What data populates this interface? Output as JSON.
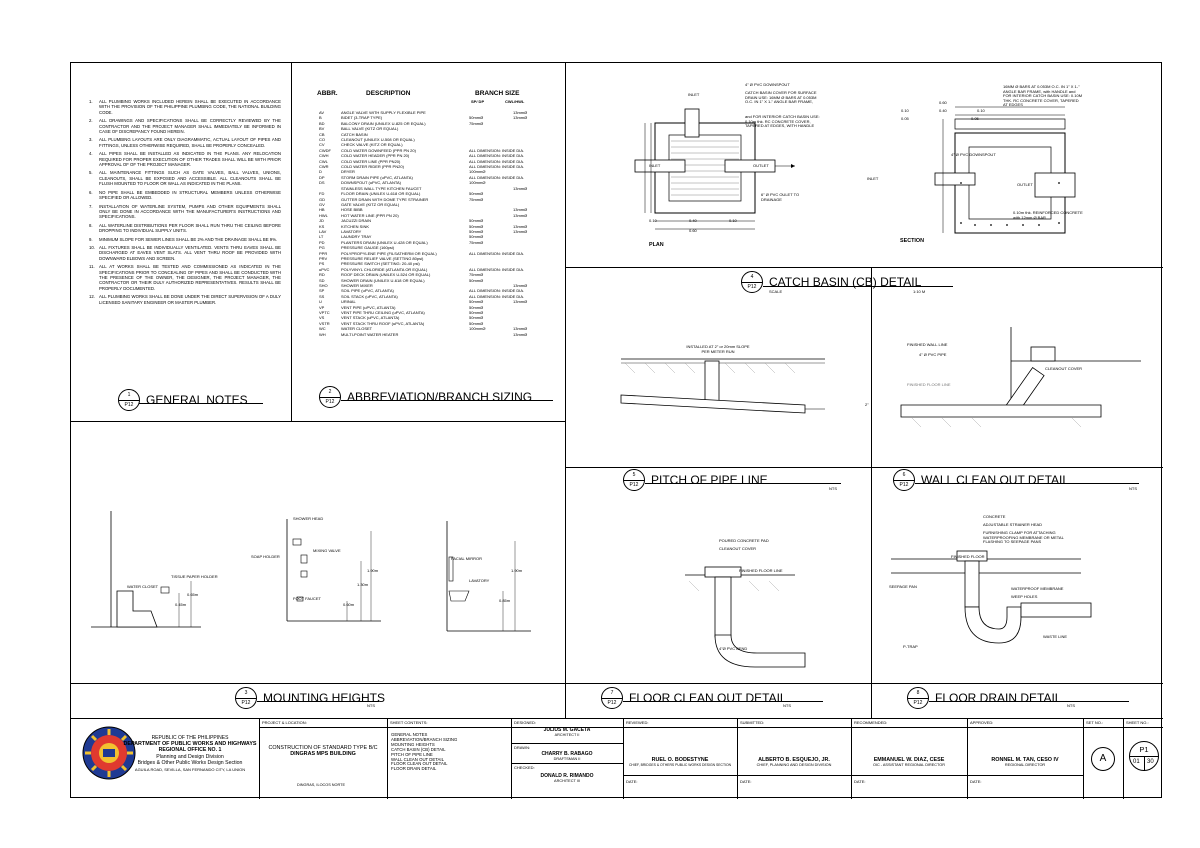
{
  "notes": {
    "items": [
      {
        "num": "1.",
        "text": "ALL PLUMBING WORKS INCLUDED HEREIN SHALL BE EXECUTED IN ACCORDANCE WITH THE PROVISION OF THE PHILIPPINE PLUMBING CODE, THE NATIONAL BUILDING CODE."
      },
      {
        "num": "2.",
        "text": "ALL DRAWINGS AND SPECIFICATIONS SHALL BE CORRECTLY REVIEWED BY THE CONTRACTOR AND THE PROJECT MANAGER SHALL IMMEDIATELY BE INFORMED IN CASE OF DISCREPANCY FOUND HEREIN."
      },
      {
        "num": "3.",
        "text": "ALL PLUMBING LAYOUTS ARE ONLY DIAGRAMMATIC, ACTUAL LAYOUT OF PIPES AND FITTINGS, UNLESS OTHERWISE REQUIRED, SHALL BE PROPERLY CONCEALED."
      },
      {
        "num": "4.",
        "text": "ALL PIPES SHALL BE INSTALLED AS INDICATED IN THE PLANS. ANY RELOCATION REQUIRED FOR PROPER EXECUTION OF OTHER TRADES SHALL WILL BE WITH PRIOR APPROVAL OF OF THE PROJECT MANAGER."
      },
      {
        "num": "5.",
        "text": "ALL MAINTENANCE FITTINGS SUCH AS GATE VALVES, BALL VALVES, UNIONS, CLEANOUTS, SHALL BE EXPOSED AND ACCESSIBLE. ALL CLEANOUTS SHALL BE FLUSH MOUNTED TO FLOOR OR WALL AS INDICATED IN THE PLANS."
      },
      {
        "num": "6.",
        "text": "NO PIPE SHALL BE EMBEDDED IN STRUCTURAL MEMBERS UNLESS OTHERWISE SPECIFIED OR ALLOWED."
      },
      {
        "num": "7.",
        "text": "INSTALLATION OF WATERLINE SYSTEM, PUMPS AND OTHER EQUIPMENTS SHALL ONLY BE DONE IN ACCORDANCE WITH THE MANUFACTURER'S INSTRUCTIONS AND SPECIFICATIONS."
      },
      {
        "num": "8.",
        "text": "ALL WATERLINE DISTRIBUTIONS PER FLOOR SHALL RUN THRU THE CEILING BEFORE DROPPING TO INDIVIDUAL SUPPLY UNITS."
      },
      {
        "num": "9.",
        "text": "MINIMUM SLOPE FOR SEWER LINES SHALL BE 2% AND THE DRAINAGE SHALL BE 9%."
      },
      {
        "num": "10.",
        "text": "ALL FIXTURES SHALL BE INDIVIDUALLY VENTILATED. VENTS THRU EAVES SHALL BE DISCHARGED AT EAVES VENT SLATS. ALL VENT THRU ROOF BE PROVIDED WITH DOWNWARD ELBOWS AND SCREEN."
      },
      {
        "num": "11.",
        "text": "ALL AT WORKS SHALL BE TESTED AND COMMISSIONED AS INDICATED IN THE SPECIFICATIONS PRIOR TO CONCEALING OF PIPES AND SHALL BE CONDUCTED WITH THE PRESENCE OF THE OWNER, THE DESIGNER, THE PROJECT MANAGER, THE CONTRACTOR OR THEIR DULY AUTHORIZED REPRESENTATIVES. RESULTS SHALL BE PROPERLY DOCUMENTED."
      },
      {
        "num": "12.",
        "text": "ALL PLUMBING WORKS SHALL BE DONE UNDER THE DIRECT SUPERVISION OF A DULY LICENSED SANITARY ENGINEER OR MASTER PLUMBER."
      }
    ]
  },
  "abbr": {
    "col_abbr": "ABBR.",
    "col_desc": "DESCRIPTION",
    "col_size": "BRANCH SIZE",
    "col_sp": "SP/ DP",
    "col_cwl": "CWL/HWL",
    "rows": [
      [
        "AV",
        "ANGLE VALVE WITH SUPPLY FLEXIBLE PIPE",
        "",
        "13mmØ"
      ],
      [
        "B",
        "BIDET (3-TRAP TYPE)",
        "50mmØ",
        "13mmØ"
      ],
      [
        "BD",
        "BALCONY DRAIN (UNILEX U-825 OR EQUAL)",
        "75mmØ",
        ""
      ],
      [
        "BV",
        "BALL VALVE (KITZ OR EQUAL)",
        "",
        ""
      ],
      [
        "CB",
        "CATCH BASIN",
        "",
        ""
      ],
      [
        "CO",
        "CLEANOUT (UNILEX U-508 OR EQUAL)",
        "",
        ""
      ],
      [
        "CV",
        "CHECK VALVE (KITZ OR EQUAL)",
        "",
        ""
      ],
      [
        "CWDF",
        "COLD WATER DOWNFEED (PPR PN 20)",
        "ALL DIMENSION: INSIDE DIA.",
        ""
      ],
      [
        "CWH",
        "COLD WATER HEADER (PPR PN 20)",
        "ALL DIMENSION: INSIDE DIA.",
        ""
      ],
      [
        "CWL",
        "COLD WATER LINE (PPR PN20)",
        "ALL DIMENSION: INSIDE DIA.",
        ""
      ],
      [
        "CWR",
        "COLD WATER RIDER (PPR PN20)",
        "ALL DIMENSION: INSIDE DIA.",
        ""
      ],
      [
        "D",
        "DRYER",
        "100mmØ",
        ""
      ],
      [
        "DP",
        "STORM DRAIN PIPE (uPVC, ATLANTA)",
        "ALL DIMENSION: INSIDE DIA.",
        ""
      ],
      [
        "DS",
        "DOWNSPOUT (uPVC, ATLANTA)",
        "100mmØ",
        ""
      ],
      [
        "",
        "STAINLESS WALL TYPE KITCHEN FAUCET",
        "",
        "13mmØ"
      ],
      [
        "FD",
        "FLOOR DRAIN (UNILEX U-618 OR EQUAL)",
        "50mmØ",
        ""
      ],
      [
        "GD",
        "GUTTER DRAIN WITH DOME TYPE STRAINER",
        "75mmØ",
        ""
      ],
      [
        "GV",
        "GATE VALVE (KITZ OR EQUAL)",
        "",
        ""
      ],
      [
        "HB",
        "HOSE BIBB",
        "",
        "13mmØ"
      ],
      [
        "HWL",
        "HOT WATER LINE (PPR PN 20)",
        "",
        "13mmØ"
      ],
      [
        "JD",
        "JACUZZI DRAIN",
        "50mmØ",
        ""
      ],
      [
        "KS",
        "KITCHEN SINK",
        "50mmØ",
        "13mmØ"
      ],
      [
        "LAV",
        "LAVATORY",
        "50mmØ",
        "13mmØ"
      ],
      [
        "LT",
        "LAUNDRY TRAY",
        "50mmØ",
        ""
      ],
      [
        "PD",
        "PLANTERS DRAIN (UNILEX U-428 OR EQUAL)",
        "75mmØ",
        ""
      ],
      [
        "PG",
        "PRESSURE GAUGE (160psi)",
        "",
        ""
      ],
      [
        "PPR",
        "POLYPROPYLENE PIPE (FILSATHERM OR EQUAL)",
        "ALL DIMENSION: INSIDE DIA.",
        ""
      ],
      [
        "PRV",
        "PRESSURE RELIEF VALVE (SETTING 80psi)",
        "",
        ""
      ],
      [
        "PS",
        "PRESSURE SWITCH (SETTING: 20-40 psi)",
        "",
        ""
      ],
      [
        "uPVC",
        "POLYVINYL CHLORIDE (ATLANTA OR EQUAL)",
        "ALL DIMENSION: INSIDE DIA.",
        ""
      ],
      [
        "RD",
        "ROOF DECK DRAIN (UNILEX U-524 OR EQUAL)",
        "75mmØ",
        ""
      ],
      [
        "SD",
        "SHOWER DRAIN (UNILEX U-618 OR EQUAL)",
        "50mmØ",
        ""
      ],
      [
        "SHO",
        "SHOWER MIXER",
        "",
        "13mmØ"
      ],
      [
        "SP",
        "SOIL PIPE (uPVC, ATLANTA)",
        "ALL DIMENSION: INSIDE DIA.",
        ""
      ],
      [
        "SS",
        "SOIL STACK (uPVC, ATLANTA)",
        "ALL DIMENSION: INSIDE DIA.",
        ""
      ],
      [
        "U",
        "URINAL",
        "50mmØ",
        "13mmØ"
      ],
      [
        "VP",
        "VENT PIPE (uPVC, ATLANTA)",
        "50mmØ",
        ""
      ],
      [
        "VPTC",
        "VENT PIPE THRU CEILING (uPVC, ATLANTA)",
        "50mmØ",
        ""
      ],
      [
        "VS",
        "VENT STACK (uPVC, ATLANTA)",
        "50mmØ",
        ""
      ],
      [
        "VSTR",
        "VENT STACK THRU ROOF (uPVC, ATLANTA)",
        "50mmØ",
        ""
      ],
      [
        "WC",
        "WATER CLOSET",
        "100mmØ",
        "13mmØ"
      ],
      [
        "WH",
        "MULTI-POINT WATER HEATER",
        "",
        "13mmØ"
      ]
    ]
  },
  "titles": {
    "general_notes": {
      "num": "1",
      "page": "P12",
      "title": "GENERAL NOTES"
    },
    "abbreviation": {
      "num": "2",
      "page": "P12",
      "title": "ABBREVIATION/BRANCH SIZING"
    },
    "mounting": {
      "num": "3",
      "page": "P12",
      "title": "MOUNTING HEIGHTS",
      "scale": "NTS"
    },
    "catch_basin": {
      "num": "4",
      "page": "P12",
      "title": "CATCH BASIN (CB) DETAIL",
      "scale_label": "SCALE",
      "scale": "1:10 M"
    },
    "pitch": {
      "num": "5",
      "page": "P12",
      "title": "PITCH OF PIPE LINE",
      "scale": "NTS"
    },
    "wall_clean": {
      "num": "6",
      "page": "P12",
      "title": "WALL CLEAN OUT DETAIL",
      "scale": "NTS"
    },
    "floor_clean": {
      "num": "7",
      "page": "P12",
      "title": "FLOOR CLEAN OUT DETAIL",
      "scale": "NTS"
    },
    "floor_drain": {
      "num": "8",
      "page": "P12",
      "title": "FLOOR DRAIN DETAIL",
      "scale": "NTS"
    }
  },
  "catch_basin": {
    "plan_label": "PLAN",
    "section_label": "SECTION",
    "inlet": "INLET",
    "outlet": "OUTLET",
    "downspout": "4\" Ø PVC DOWNSPOUT",
    "cover_note": "CATCH BASIN COVER FOR SURFACE DRAIN USE: 16MM Ø BARS AT 0.053M O.C. IN 1\" X 1-\" ANGLE BAR FRAME,",
    "interior_note": "and FOR INTERIOR CATCH BASIN USE: 0.10m thk. RC CONCRETE COVER, TAPERED AT EDGES, WITH HANDLE",
    "outlet_note": "6\" Ø PVC OULET TO DRAINAGE",
    "section_note": "16MM Ø BARS AT 0.053M O.C. IN 1\" X 1-\" ANGLE BAR FRAME, with HANDLE and FOR INTERIOR CATCH BASIN USE: 0.10M THK. RC CONCRETE COVER, TAPERED AT EDGES",
    "section_downspout": "4\" Ø PVC DOWNSPOUT",
    "reinforced": "0.10m thk. REINFORCED CONCRETE with 12mm Ø BAR",
    "dims": {
      "d060": "0.60",
      "d040": "0.40",
      "d010": "0.10",
      "d005": "0.05",
      "d020": "0.20"
    }
  },
  "pitch": {
    "note": "INSTALLED AT 2\" or 20mm SLOPE PER METER RUN",
    "angle": "2\""
  },
  "wall_clean": {
    "finished_wall": "FINISHED WALL LINE",
    "pipe": "4\" Ø PVC PIPE",
    "floor": "FINISHED FLOOR LINE",
    "cover": "CLEANOUT COVER"
  },
  "mounting": {
    "shower_head": "SHOWER HEAD",
    "soap_holder": "SOAP HOLDER",
    "mixing_valve": "MIXING VALVE",
    "foot_faucet": "FOOT FAUCET",
    "tissue_holder": "TISSUE PAPER HOLDER",
    "water_closet": "WATER CLOSET",
    "facial_mirror": "FACIAL MIRROR",
    "lavatory": "LAVATORY",
    "h045": "0.45m",
    "h065": "0.65m",
    "h060": "0.60m",
    "h130": "1.30m",
    "h190": "1.90m",
    "h085": "0.85m",
    "h190b": "1.90m"
  },
  "floor_clean": {
    "pad": "POURED CONCRETE PAD",
    "cover": "CLEANOUT COVER",
    "floor": "FINISHED FLOOR LINE",
    "bend": "4\"Ø PVC BEND"
  },
  "floor_drain": {
    "concrete": "CONCRETE",
    "strainer": "ADJUSTABLE STRAINER HEAD",
    "clamp": "FURNISHING CLAMP FOR ATTACHING WATERPROOFING MEMBRANE OR METAL FLASHING TO SEEPAGE PANS",
    "floor": "FINISHED FLOOR",
    "seepage": "SEEPAGE PAN",
    "membrane": "WATERPROOF MEMBRANE",
    "weep": "WEEP HOLES",
    "waste": "WASTE LINE",
    "ptrap": "P-TRAP"
  },
  "title_block": {
    "agency": {
      "line1": "REPUBLIC OF THE PHILIPPINES",
      "line2": "DEPARTMENT OF PUBLIC WORKS AND HIGHWAYS",
      "line3": "REGIONAL OFFICE NO. 1",
      "line4": "Planning and Design Division",
      "line5": "Bridges & Other Public Works Design Section",
      "line6": "AGUILA ROAD, SEVILLA, SAN FERNANDO CITY, LA UNION"
    },
    "project_label": "PROJECT & LOCATION:",
    "project_line1": "CONSTRUCTION OF STANDARD TYPE B/C",
    "project_line2": "DINGRAS MPS BUILDING",
    "location": "DINGRAS, ILOCOS NORTE",
    "contents_label": "SHEET CONTENTS:",
    "contents": [
      "GENERAL NOTES",
      "ABBREVIATION/BRANCH SIZING",
      "MOUNTING HEIGHTS",
      "CATCH BASIN (CB) DETAIL",
      "PITCH OF PIPE LINE",
      "WALL CLEAN OUT DETAIL",
      "FLOOR CLEAN OUT DETAIL",
      "FLOOR DRAIN DETAIL"
    ],
    "designed_label": "DESIGNED:",
    "designed_name": "JULIUS M. GACETA",
    "designed_title": "ARCHITECT II",
    "drawn_label": "DRAWN:",
    "drawn_name": "CHARRY B. RABAGO",
    "drawn_title": "DRAFTSMAN II",
    "checked_label": "CHECKED:",
    "checked_name": "DONALD R. RIMANDO",
    "checked_title": "ARCHITECT III",
    "reviewed_label": "REVIEWED:",
    "reviewed_name": "RUEL O. BODESTYNE",
    "reviewed_title": "CHIEF, BRIDGES & OTHERS PUBLIC WORKS DESIGN SECTION",
    "submitted_label": "SUBMITTED:",
    "submitted_name": "ALBERTO B. ESQUEJO, JR.",
    "submitted_title": "CHIEF, PLANNING AND DESIGN DIVISION",
    "recommended_label": "RECOMMENDED:",
    "recommended_name": "EMMANUEL W. DIAZ, CESE",
    "recommended_title": "OIC - ASSISTANT REGIONAL DIRECTOR",
    "approved_label": "APPROVED:",
    "approved_name": "RONNEL M. TAN, CESO IV",
    "approved_title": "REGIONAL DIRECTOR",
    "date_label": "DATE:",
    "set_label": "SET NO.:",
    "set_value": "A",
    "sheet_label": "SHEET NO.:",
    "sheet_value": "P1",
    "sheet_of": "01",
    "sheet_total": "30"
  }
}
